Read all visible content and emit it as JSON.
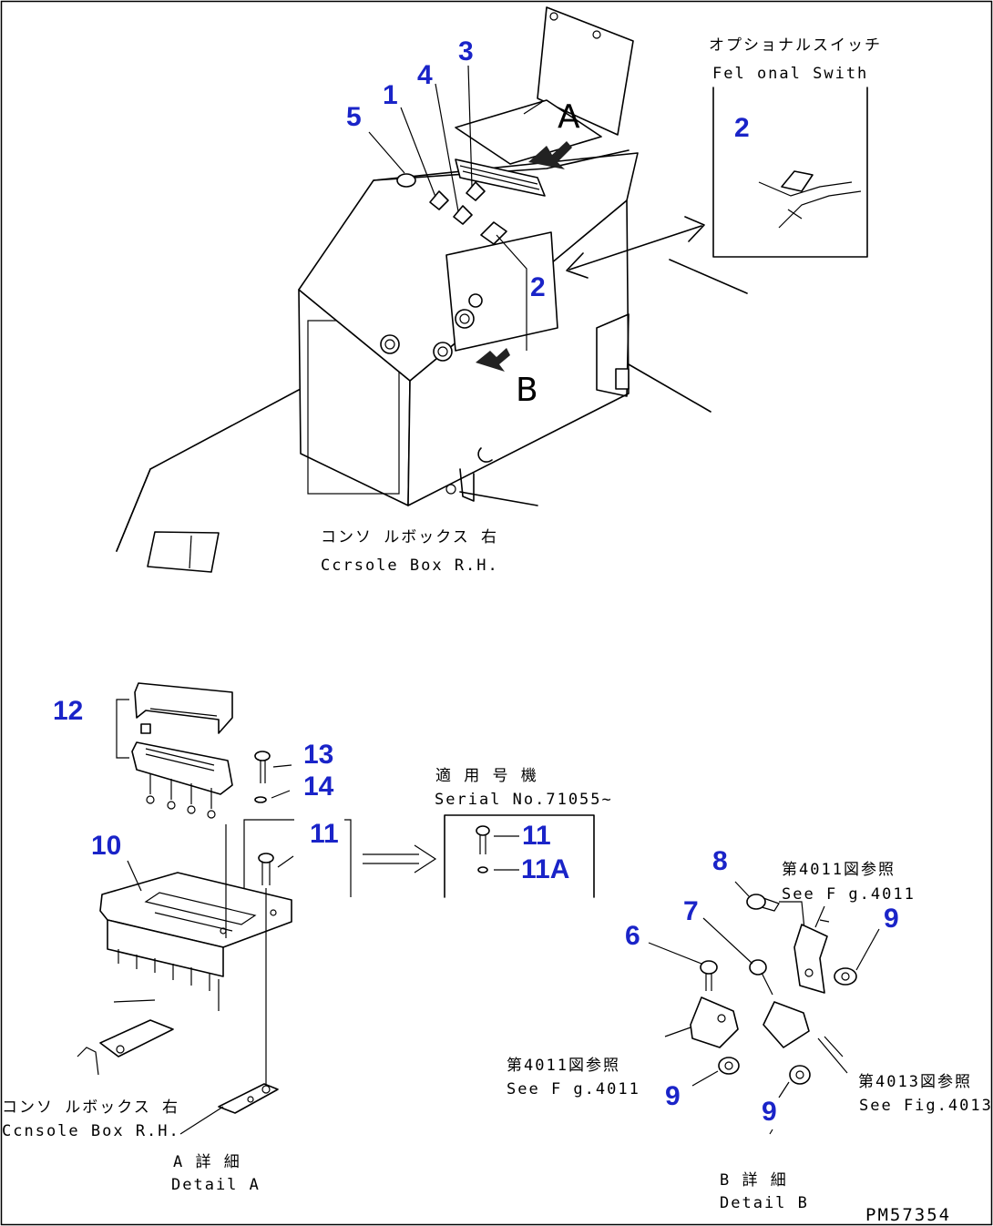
{
  "drawing_code": "PM57354",
  "view_letters": {
    "a": "A",
    "b": "B"
  },
  "captions": {
    "optional_switch_jp": "オプショナルスイッチ",
    "optional_switch_en": "Fel onal Swith",
    "console_top_jp": "コンソ ルボックス 右",
    "console_top_en": "Ccrsole Box R.H.",
    "console_bottom_jp": "コンソ ルボックス 右",
    "console_bottom_en": "Ccnsole Box R.H.",
    "detail_a_jp": "A 詳 細",
    "detail_a_en": "Detail A",
    "detail_b_jp": "B 詳 細",
    "detail_b_en": "Detail B",
    "serial_jp": "適 用 号 機",
    "serial_en": "Serial No.71055~",
    "see_fig_top_jp": "第4011図参照",
    "see_fig_top_en": "See F g.4011",
    "see_fig_left_jp": "第4011図参照",
    "see_fig_left_en": "See F g.4011",
    "see_fig_right_jp": "第4013図参照",
    "see_fig_right_en": "See Fig.4013"
  },
  "part_numbers": {
    "p1": "1",
    "p2_main": "2",
    "p2_inset": "2",
    "p3": "3",
    "p4": "4",
    "p5": "5",
    "p6": "6",
    "p7": "7",
    "p8": "8",
    "p9_top": "9",
    "p9_left": "9",
    "p9_bottom": "9",
    "p10": "10",
    "p11_main": "11",
    "p11_inset": "11",
    "p11a": "11A",
    "p12": "12",
    "p13": "13",
    "p14": "14"
  },
  "colors": {
    "callout_numbers": "#1a24c8",
    "linework": "#000000",
    "background": "#ffffff"
  }
}
